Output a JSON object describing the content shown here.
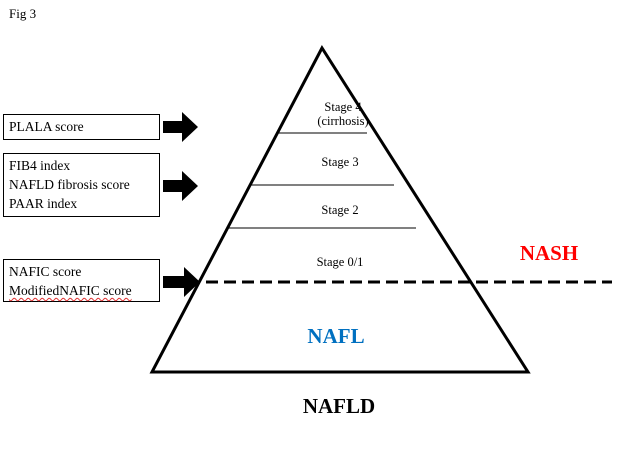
{
  "figure": {
    "label": "Fig 3"
  },
  "score_boxes": [
    {
      "lines": [
        "PLALA score"
      ]
    },
    {
      "lines": [
        "FIB4 index",
        "NAFLD fibrosis score",
        "PAAR index"
      ]
    },
    {
      "lines": [
        "NAFIC score",
        "ModifiedNAFIC score"
      ]
    }
  ],
  "pyramid": {
    "stages": [
      {
        "label_lines": [
          "Stage 4",
          "(cirrhosis)"
        ]
      },
      {
        "label_lines": [
          "Stage 3"
        ]
      },
      {
        "label_lines": [
          "Stage 2"
        ]
      },
      {
        "label_lines": [
          "Stage 0/1"
        ]
      }
    ],
    "nash_label": "NASH",
    "nafl_label": "NAFL",
    "nafld_label": "NAFLD"
  },
  "colors": {
    "nash": "#ff0000",
    "nafl": "#0070c0",
    "nafld": "#000000"
  }
}
